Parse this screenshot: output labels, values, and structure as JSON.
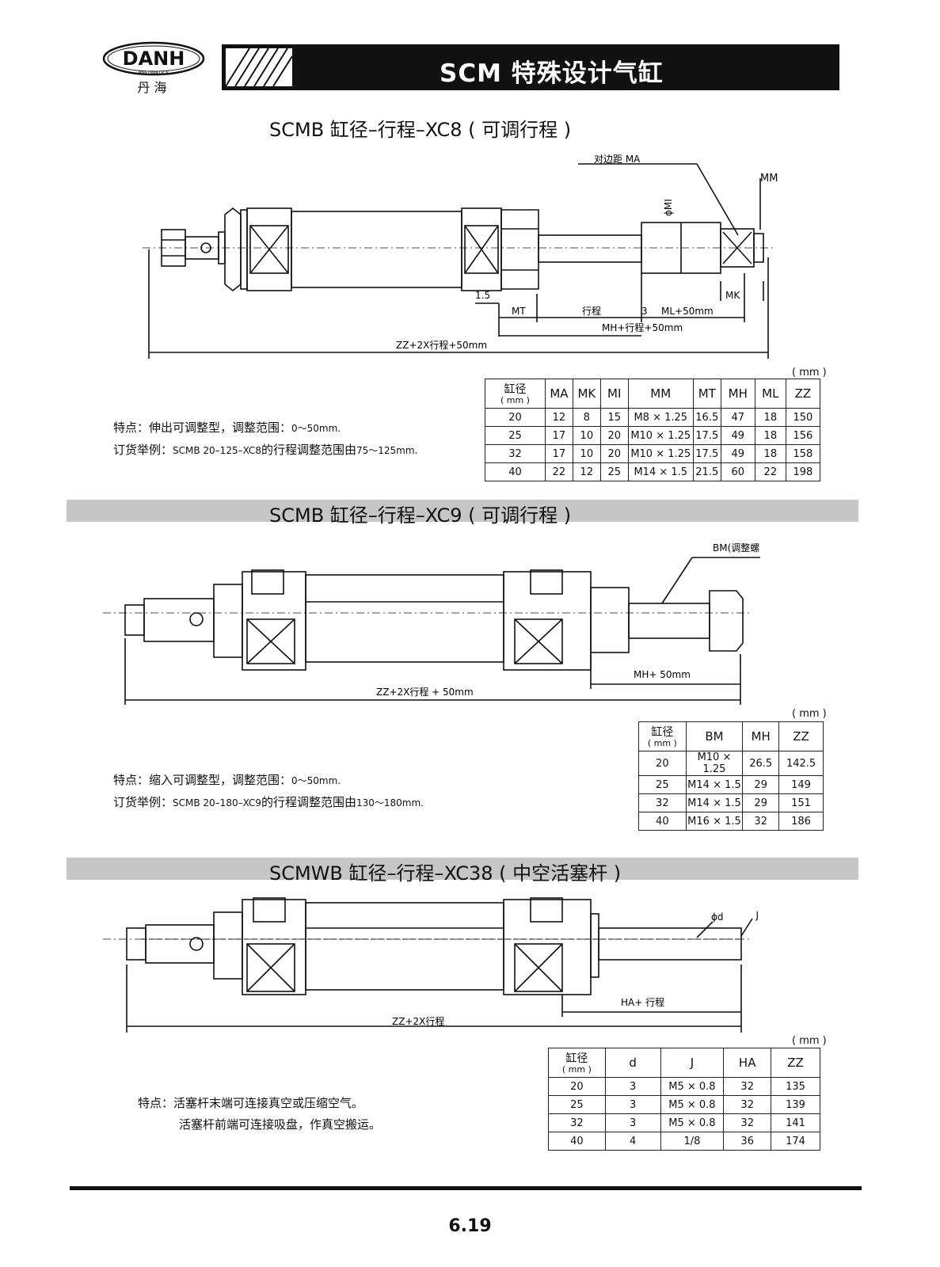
{
  "header": {
    "logo_text": "DANH",
    "logo_sub": "PNEUMATICS",
    "logo_cn": "丹  海",
    "title": "SCM 特殊设计气缸"
  },
  "sections": [
    {
      "title": "SCMB   缸径–行程–XC8 ( 可调行程 )",
      "labels": {
        "ma": "对边距 MA",
        "mm": "MM",
        "mi": "ϕMI",
        "mk": "MK",
        "d15": "1.5",
        "mt": "MT",
        "stroke": "行程",
        "d3": "3",
        "ml": "ML+50mm",
        "mh": "MH+行程+50mm",
        "zz": "ZZ+2X行程+50mm"
      },
      "note_label1": "特点：",
      "note_text1": "伸出可调整型，调整范围：",
      "note_range1": "0～50mm.",
      "note_label2": "订货举例：",
      "note_code": "SCMB 20–125–XC8",
      "note_text2": "的行程调整范围由",
      "note_range2": "75～125mm.",
      "unit": "( mm )",
      "table": {
        "bore_label": "缸径",
        "bore_unit": "( mm )",
        "headers": [
          "MA",
          "MK",
          "MI",
          "MM",
          "MT",
          "MH",
          "ML",
          "ZZ"
        ],
        "rows": [
          [
            "20",
            "12",
            "8",
            "15",
            "M8 × 1.25",
            "16.5",
            "47",
            "18",
            "150"
          ],
          [
            "25",
            "17",
            "10",
            "20",
            "M10 × 1.25",
            "17.5",
            "49",
            "18",
            "156"
          ],
          [
            "32",
            "17",
            "10",
            "20",
            "M10 × 1.25",
            "17.5",
            "49",
            "18",
            "158"
          ],
          [
            "40",
            "22",
            "12",
            "25",
            "M14 × 1.5",
            "21.5",
            "60",
            "22",
            "198"
          ]
        ]
      }
    },
    {
      "title": "SCMB   缸径–行程–XC9 ( 可调行程 )",
      "labels": {
        "bm": "BM(调整螺栓)",
        "mh": "MH+ 50mm",
        "zz": "ZZ+2X行程 + 50mm"
      },
      "note_label1": "特点：",
      "note_text1": "缩入可调整型，调整范围：",
      "note_range1": "0～50mm.",
      "note_label2": "订货举例：",
      "note_code": "SCMB 20–180–XC9",
      "note_text2": "的行程调整范围由",
      "note_range2": "130～180mm.",
      "unit": "( mm )",
      "table": {
        "bore_label": "缸径",
        "bore_unit": "( mm )",
        "headers": [
          "BM",
          "MH",
          "ZZ"
        ],
        "rows": [
          [
            "20",
            "M10 × 1.25",
            "26.5",
            "142.5"
          ],
          [
            "25",
            "M14 × 1.5",
            "29",
            "149"
          ],
          [
            "32",
            "M14 × 1.5",
            "29",
            "151"
          ],
          [
            "40",
            "M16 × 1.5",
            "32",
            "186"
          ]
        ]
      }
    },
    {
      "title": "SCMWB   缸径–行程–XC38 ( 中空活塞杆 )",
      "labels": {
        "d": "ϕd",
        "j": "J",
        "ha": "HA+ 行程",
        "zz": "ZZ+2X行程"
      },
      "note_label1": "特点：",
      "note_text1": "活塞杆末端可连接真空或压缩空气。",
      "note_text2": "活塞杆前端可连接吸盘，作真空搬运。",
      "unit": "( mm )",
      "table": {
        "bore_label": "缸径",
        "bore_unit": "( mm )",
        "headers": [
          "d",
          "J",
          "HA",
          "ZZ"
        ],
        "rows": [
          [
            "20",
            "3",
            "M5 × 0.8",
            "32",
            "135"
          ],
          [
            "25",
            "3",
            "M5 × 0.8",
            "32",
            "139"
          ],
          [
            "32",
            "3",
            "M5 × 0.8",
            "32",
            "141"
          ],
          [
            "40",
            "4",
            "1/8",
            "36",
            "174"
          ]
        ]
      }
    }
  ],
  "footer": {
    "page": "6.19"
  }
}
